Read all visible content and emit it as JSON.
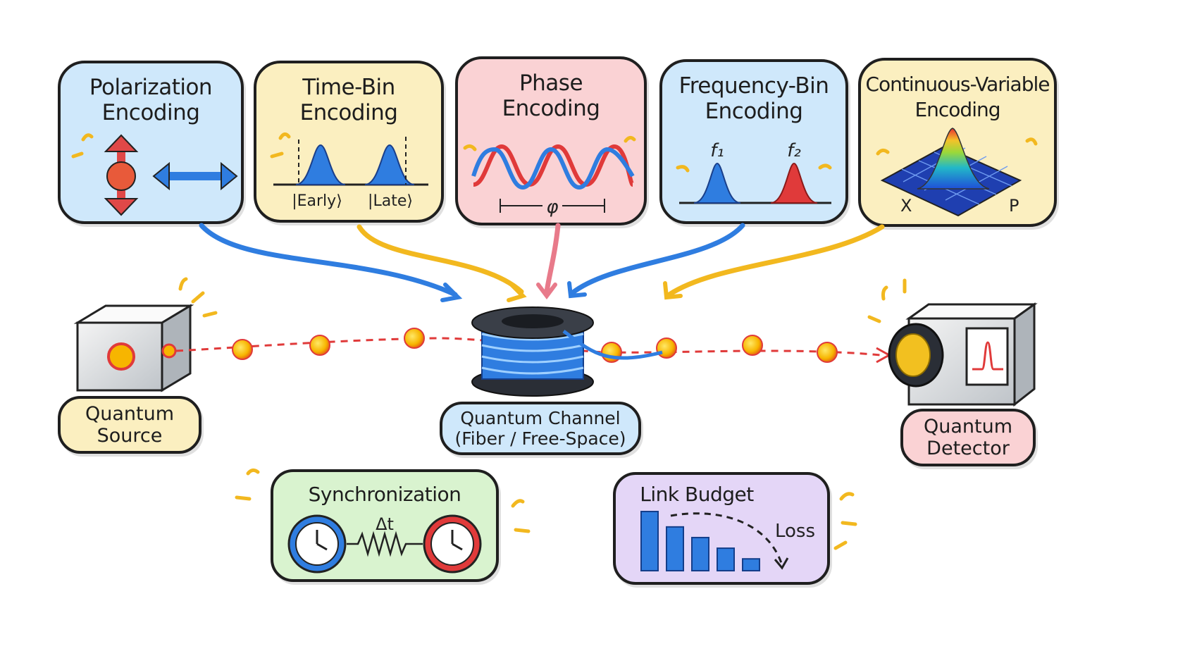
{
  "encodings": {
    "polarization": {
      "title": "Polarization\nEncoding"
    },
    "time_bin": {
      "title": "Time-Bin\nEncoding",
      "early": "|Early⟩",
      "late": "|Late⟩"
    },
    "phase": {
      "title": "Phase\nEncoding",
      "phi": "φ"
    },
    "frequency_bin": {
      "title": "Frequency-Bin\nEncoding",
      "f1": "f₁",
      "f2": "f₂"
    },
    "continuous_variable": {
      "title": "Continuous-Variable\nEncoding",
      "x": "X",
      "p": "P"
    }
  },
  "nodes": {
    "source": "Quantum\nSource",
    "channel": "Quantum Channel\n(Fiber / Free-Space)",
    "detector": "Quantum\nDetector"
  },
  "synchronization": {
    "title": "Synchronization",
    "delta": "Δt"
  },
  "link_budget": {
    "title": "Link Budget",
    "loss": "Loss",
    "bars": [
      5,
      3.7,
      2.8,
      1.9,
      1.0
    ]
  },
  "colors": {
    "blue_card": "#cfe8fb",
    "yellow_card": "#fbefc0",
    "pink_card": "#fad2d4",
    "green_card": "#d9f3cf",
    "purple_card": "#e4d6f7",
    "blue": "#2f7de0",
    "red": "#e03a3a",
    "yellow": "#f2b81f",
    "photon": "#f7b500"
  }
}
